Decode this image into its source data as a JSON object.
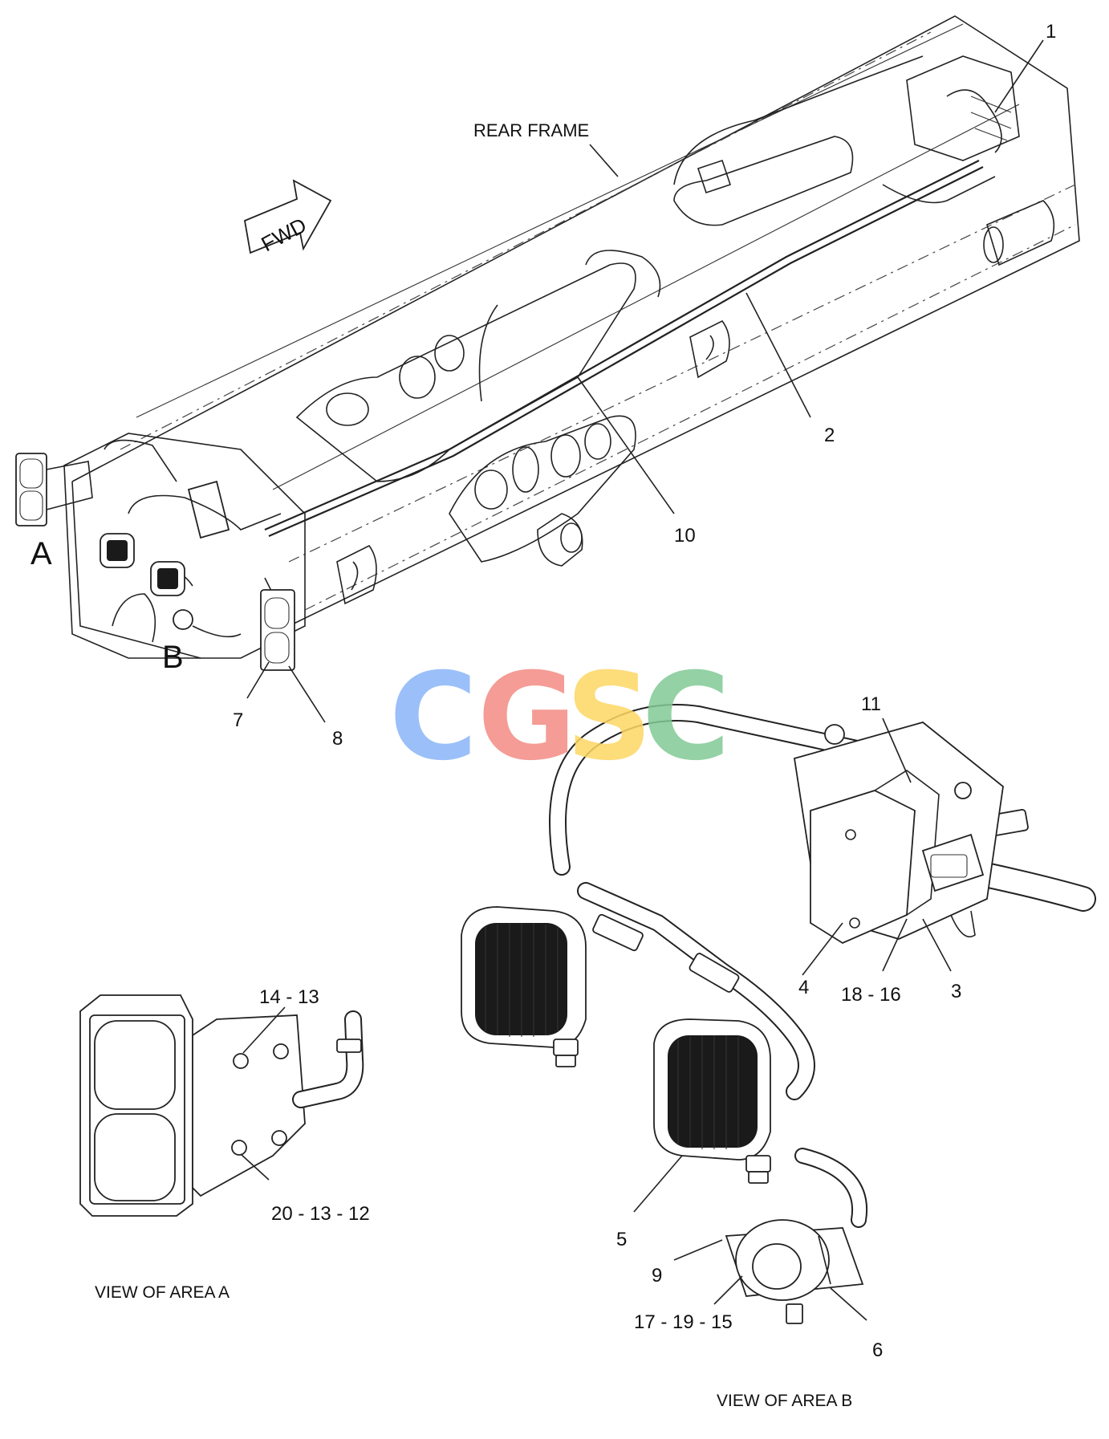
{
  "labels": {
    "rear_frame": "REAR FRAME",
    "fwd": "FWD",
    "area_a": "A",
    "area_b": "B",
    "caption_a": "VIEW OF AREA A",
    "caption_b": "VIEW OF AREA B",
    "callouts": {
      "c1": "1",
      "c2": "2",
      "c10": "10",
      "c7": "7",
      "c8": "8",
      "c11": "11",
      "c4": "4",
      "c18_16": "18 - 16",
      "c3": "3",
      "c14_13": "14 - 13",
      "c20_13_12": "20 - 13 - 12",
      "c5": "5",
      "c9": "9",
      "c17_19_15": "17 - 19 - 15",
      "c6": "6"
    }
  },
  "watermark": {
    "letters": [
      "C",
      "G",
      "S",
      "C"
    ],
    "colors": [
      "#8ab4f8",
      "#f28b82",
      "#fdd663",
      "#81c995"
    ]
  }
}
